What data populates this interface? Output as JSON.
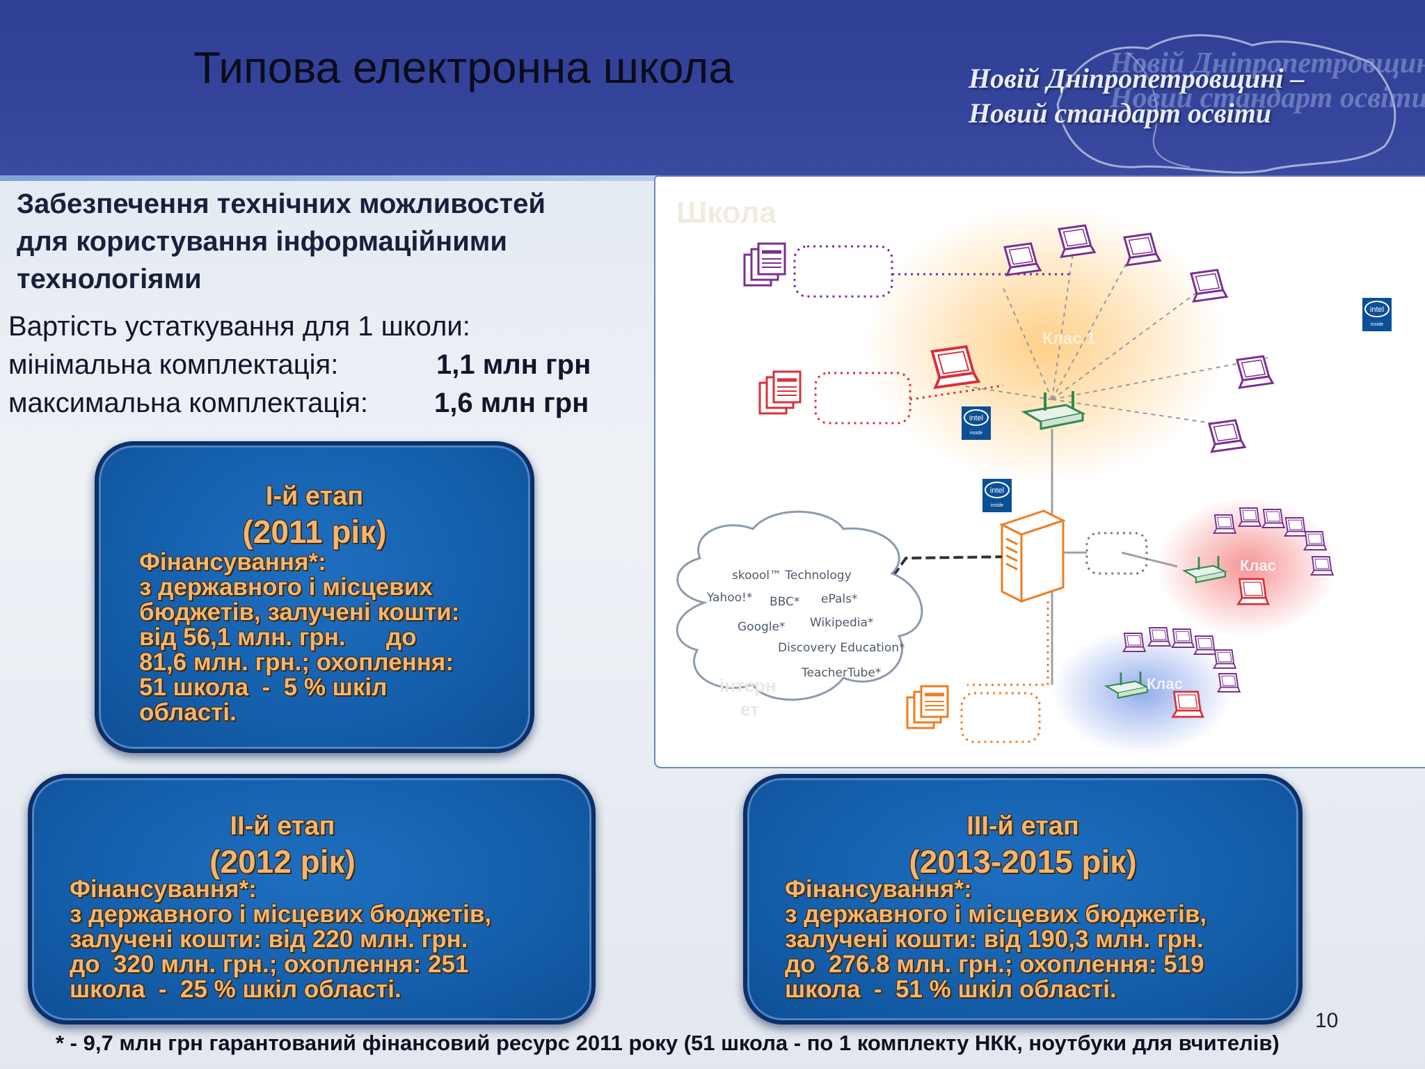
{
  "header": {
    "title": "Типова електронна школа",
    "slogan_line1": "Новій Дніпропетровщині –",
    "slogan_line2": "Новий стандарт освіти"
  },
  "intro": {
    "subheading_line1": "Забезпечення технічних можливостей",
    "subheading_line2": "для користування інформаційними",
    "subheading_line3": "технологіями",
    "cost_label": "Вартість устаткування для 1 школи:",
    "min_label": "мінімальна  комплектація:",
    "min_value": "1,1 млн грн",
    "max_label": "максимальна  комплектація:",
    "max_value": "1,6 млн грн"
  },
  "stages": [
    {
      "heading": "І-й етап",
      "years": "(2011 рік)",
      "funding_label": "Фінансування*:",
      "lines": [
        "з державного і місцевих",
        "бюджетів, залучені кошти:",
        "від 56,1 млн. грн.      до",
        "81,6 млн. грн.; охоплення:",
        "51 школа  -  5 % шкіл",
        "області."
      ]
    },
    {
      "heading": "ІІ-й етап",
      "years": "(2012 рік)",
      "funding_label": "Фінансування*:",
      "lines": [
        "з державного і місцевих бюджетів,",
        "залучені кошти: від 220 млн. грн.",
        "до  320 млн. грн.; охоплення: 251",
        "школа  -  25 % шкіл області."
      ]
    },
    {
      "heading": "ІІІ-й етап",
      "years": "(2013-2015 рік)",
      "funding_label": "Фінансування*:",
      "lines": [
        "з державного і місцевих бюджетів,",
        "залучені кошти: від 190,3 млн. грн.",
        "до  276.8 млн. грн.; охоплення: 519",
        "школа  -  51 % шкіл області."
      ]
    }
  ],
  "diagram": {
    "school_label": "Школа",
    "class1_label": "Клас 1",
    "class2_label": "Клас",
    "class3_label": "Клас",
    "internet_label_1": "інтерн",
    "internet_label_2": "ет",
    "intel_label": "intel",
    "intel_sub": "inside",
    "cloud_items": [
      "skoool™ Technology",
      "Yahoo!*",
      "BBC*",
      "ePals*",
      "Google*",
      "Wikipedia*",
      "Discovery Education*",
      "TeacherTube*"
    ],
    "colors": {
      "purple": "#7a2f8f",
      "red": "#d8303c",
      "orange": "#ee7d22",
      "green": "#2f8a4a",
      "gray_link": "#9a9a9a"
    }
  },
  "footnote": "* - 9,7 млн грн гарантований фінансовий ресурс 2011 року  (51 школа - по 1 комплекту НКК, ноутбуки для вчителів)",
  "page_number": "10"
}
